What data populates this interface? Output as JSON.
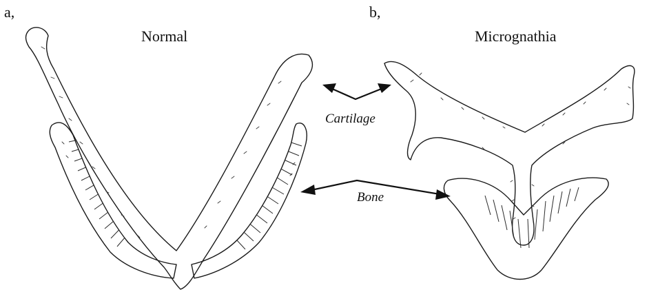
{
  "panels": {
    "a": {
      "letter": "a,",
      "title": "Normal"
    },
    "b": {
      "letter": "b,",
      "title": "Micrognathia"
    }
  },
  "labels": {
    "cartilage": "Cartilage",
    "bone": "Bone"
  },
  "colors": {
    "ink": "#111111",
    "background": "#ffffff"
  }
}
